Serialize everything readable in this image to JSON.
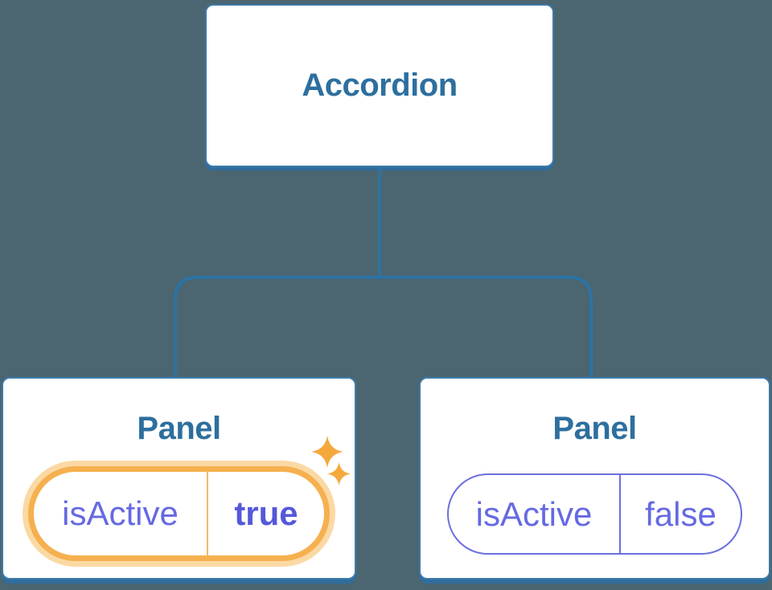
{
  "diagram": {
    "kind": "component-tree",
    "root": {
      "label": "Accordion"
    },
    "children": [
      {
        "label": "Panel",
        "state": {
          "name": "isActive",
          "value": "true"
        },
        "highlighted": true,
        "icons": [
          "sparkle-icon-large",
          "sparkle-icon-small"
        ]
      },
      {
        "label": "Panel",
        "state": {
          "name": "isActive",
          "value": "false"
        },
        "highlighted": false,
        "icons": []
      }
    ]
  },
  "colors": {
    "background": "#4b6571",
    "node_fill": "#ffffff",
    "node_border": "#3d7aa9",
    "node_shadow": "#2f6d9d",
    "node_title_text": "#2d6f9e",
    "connector_line": "#2c73a3",
    "state_key_text": "#6569e2",
    "state_value_active_text": "#5458da",
    "pill_border_inactive": "#6b6fe0",
    "pill_ring_active": "#f6b04f",
    "pill_ring_glow": "#fbd9a4",
    "pill_divider_active": "#f2b96b",
    "sparkle": "#f5a83c"
  }
}
